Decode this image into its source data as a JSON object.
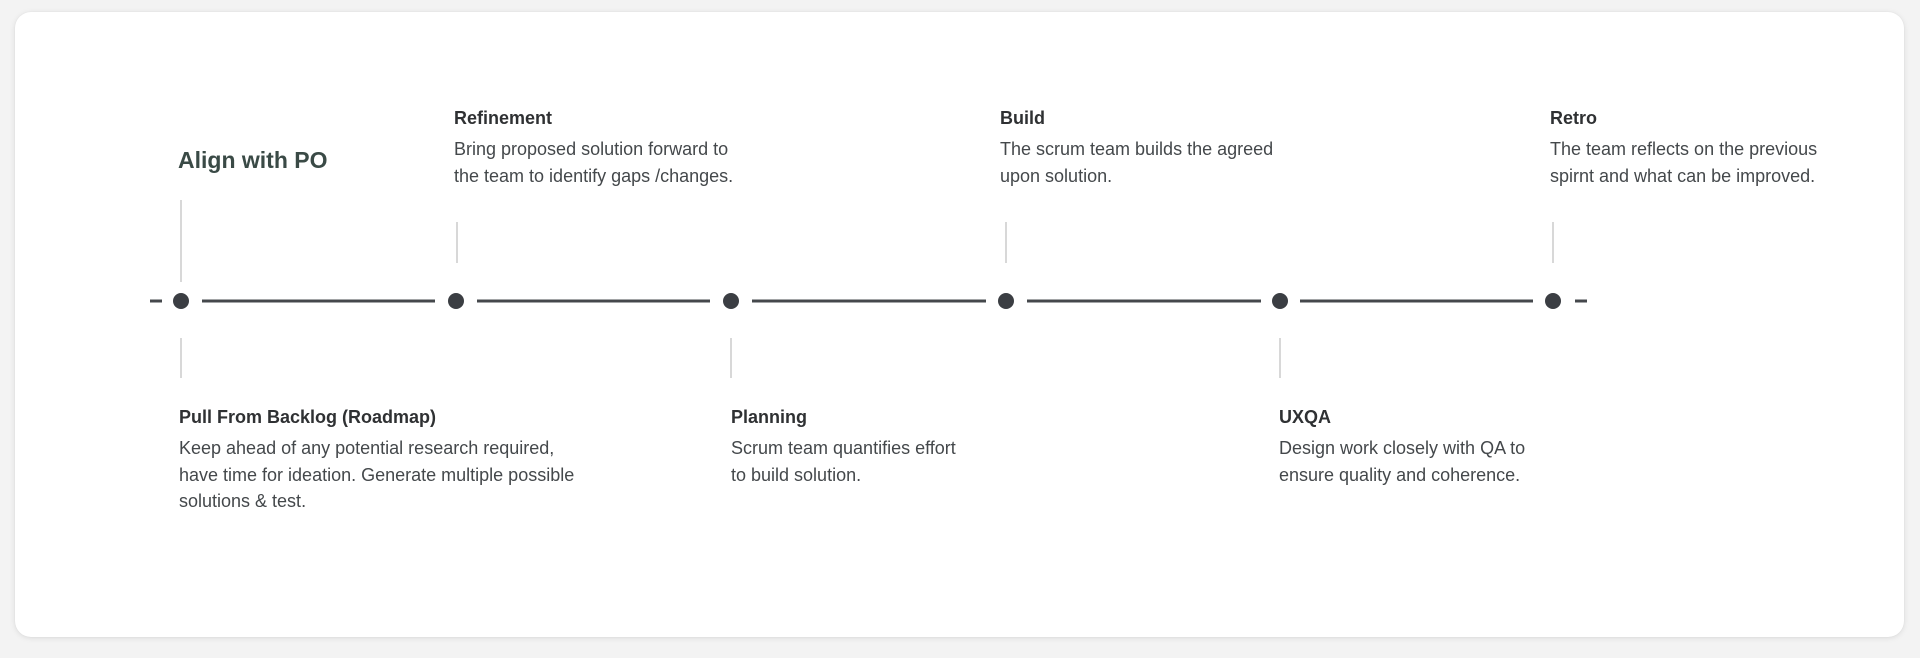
{
  "lead": {
    "title": "Align with PO"
  },
  "steps": [
    {
      "title": "Pull From Backlog (Roadmap)",
      "desc": [
        "Keep ahead of any potential research required,",
        "have time for ideation. Generate multiple possible",
        "solutions & test."
      ]
    },
    {
      "title": "Refinement",
      "desc": [
        "Bring proposed solution forward to",
        "the team to identify gaps /changes."
      ]
    },
    {
      "title": "Planning",
      "desc": [
        "Scrum team quantifies effort",
        "to build solution."
      ]
    },
    {
      "title": "Build",
      "desc": [
        "The scrum team builds the agreed",
        "upon solution."
      ]
    },
    {
      "title": "UXQA",
      "desc": [
        "Design work closely with QA to",
        "ensure quality and coherence."
      ]
    },
    {
      "title": "Retro",
      "desc": [
        "The team reflects on the previous",
        "spirnt and what can be improved."
      ]
    }
  ],
  "colors": {
    "node": "#3b3e43",
    "line": "#45484c",
    "connector": "#d8d8d8",
    "lead_title": "#3a4a46"
  }
}
